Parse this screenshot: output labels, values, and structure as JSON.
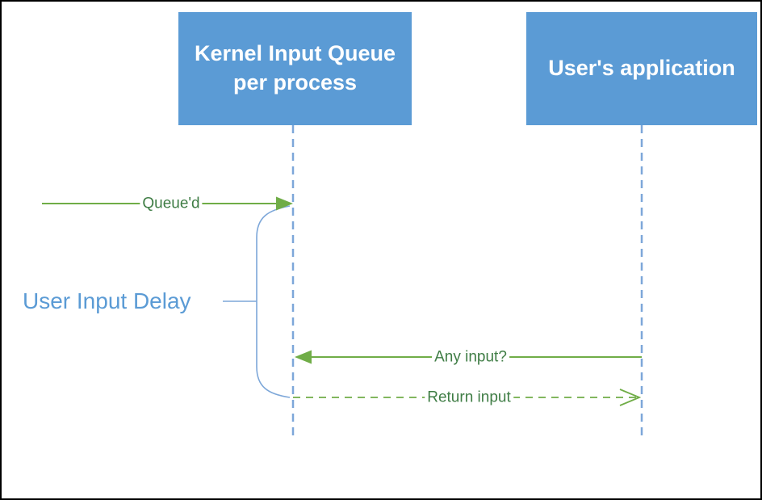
{
  "actors": {
    "kernel": {
      "line1": "Kernel Input Queue",
      "line2": "per process"
    },
    "app": {
      "label": "User's application"
    }
  },
  "messages": {
    "queued": {
      "label": "Queue'd",
      "style": "solid",
      "direction": "left-to-kernel-lifeline"
    },
    "any_input": {
      "label": "Any input?",
      "style": "solid",
      "direction": "app-to-kernel"
    },
    "return_input": {
      "label": "Return input",
      "style": "dashed",
      "direction": "kernel-to-app"
    }
  },
  "annotation": {
    "label": "User Input Delay"
  },
  "colors": {
    "actor_fill": "#5b9bd5",
    "actor_text": "#ffffff",
    "lifeline": "#7da7d9",
    "bracket": "#7da7d9",
    "message_line": "#70ad47",
    "message_text": "#3f7d45",
    "annotation_text": "#5b9bd5",
    "canvas_border": "#000000",
    "background": "#ffffff"
  }
}
